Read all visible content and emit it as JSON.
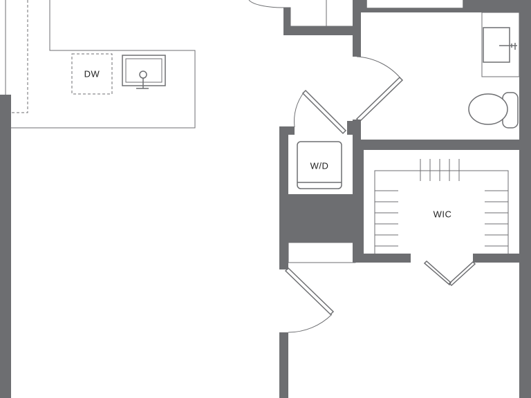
{
  "plan": {
    "labels": {
      "dishwasher": "DW",
      "washer_dryer": "W/D",
      "walk_in_closet": "WIC"
    },
    "colors": {
      "wall": "#6d6e71",
      "background": "#ffffff",
      "text": "#222222"
    }
  }
}
